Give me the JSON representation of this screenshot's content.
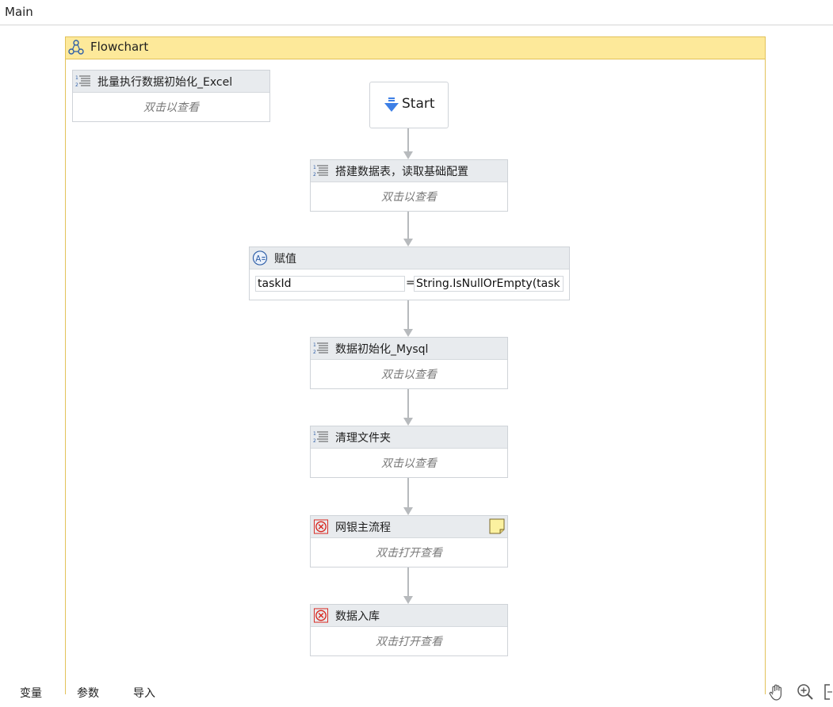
{
  "window": {
    "title": "Main"
  },
  "flowchart": {
    "title": "Flowchart",
    "start_label": "Start",
    "loose_activity": {
      "title": "批量执行数据初始化_Excel",
      "hint": "双击以查看"
    },
    "activities": [
      {
        "title": "搭建数据表，读取基础配置",
        "hint": "双击以查看",
        "icon": "sequence-icon"
      },
      {
        "title": "数据初始化_Mysql",
        "hint": "双击以查看",
        "icon": "sequence-icon"
      },
      {
        "title": "清理文件夹",
        "hint": "双击以查看",
        "icon": "sequence-icon"
      },
      {
        "title": "网银主流程",
        "hint": "双击打开查看",
        "icon": "error-invoke-icon",
        "has_note": true
      },
      {
        "title": "数据入库",
        "hint": "双击打开查看",
        "icon": "error-invoke-icon"
      }
    ],
    "assign": {
      "title": "赋值",
      "to": "taskId",
      "operator": "=",
      "value": "String.IsNullOrEmpty(task"
    }
  },
  "bottom_bar": {
    "tabs": [
      "变量",
      "参数",
      "导入"
    ],
    "tools": [
      "hand-pan-icon",
      "zoom-in-icon",
      "fit-to-screen-icon"
    ]
  },
  "colors": {
    "flowchart_header": "#fde99a",
    "flowchart_border": "#e2c25a",
    "activity_header": "#e8ebee",
    "connector": "#b7babd",
    "start_arrow": "#3d7fe6",
    "error_icon": "#d9241c"
  }
}
